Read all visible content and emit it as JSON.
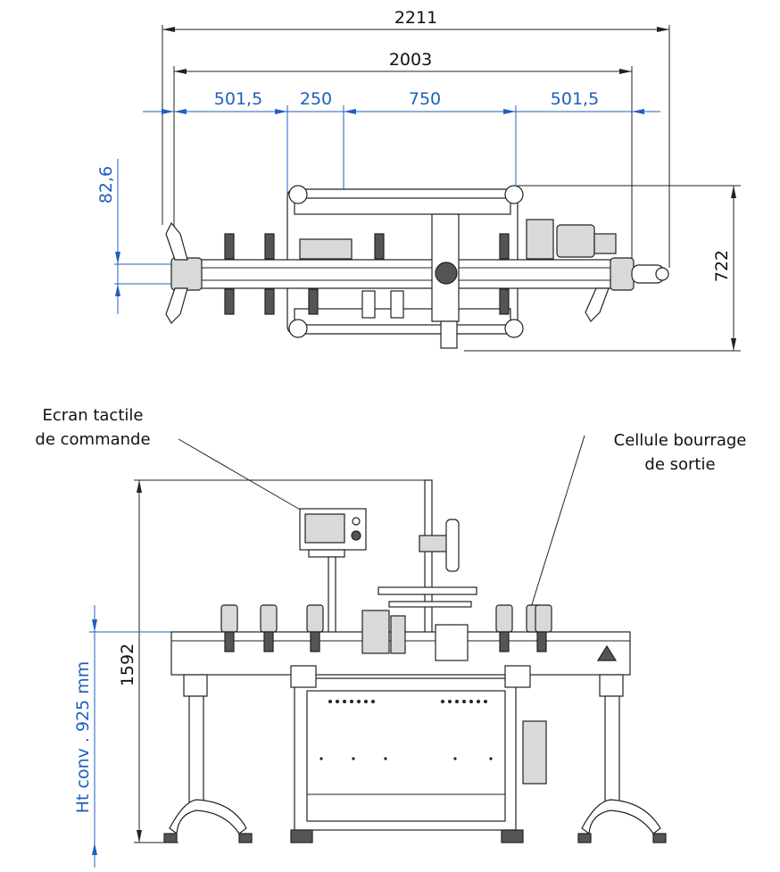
{
  "top_view": {
    "dims_black": {
      "total_length": "2211",
      "frame_length": "2003",
      "depth": "722"
    },
    "dims_blue": {
      "seg1": "501,5",
      "seg2": "250",
      "seg3": "750",
      "seg4": "501,5",
      "offset": "82,6"
    }
  },
  "front_view": {
    "height_total": "1592",
    "conveyor_height": "Ht conv . 925 mm",
    "callout_screen": [
      "Ecran tactile",
      "de commande"
    ],
    "callout_cell": [
      "Cellule bourrage",
      "de sortie"
    ]
  },
  "colors": {
    "dimension_blue": "#1f5fbf",
    "line": "#222222"
  }
}
